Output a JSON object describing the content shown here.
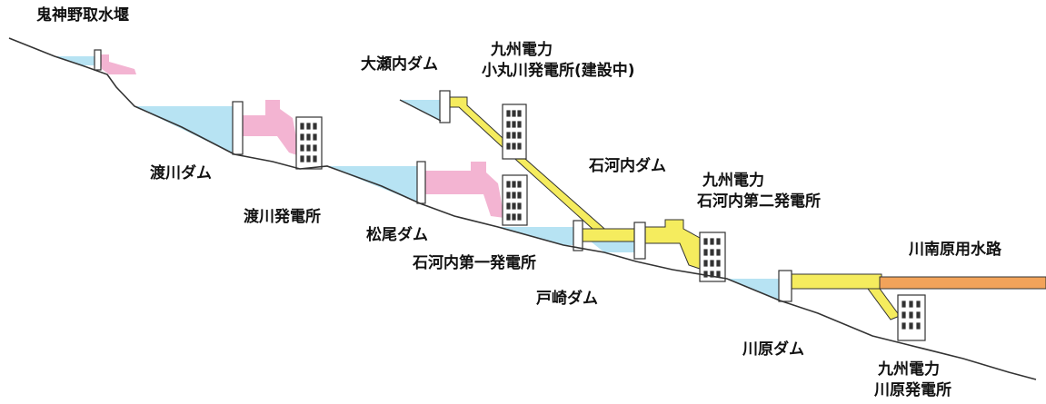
{
  "labels": {
    "onigamino_intake_weir": "鬼神野取水堰",
    "osenai_dam": "大瀬内ダム",
    "kyuden_komarugawa_l1": "九州電力",
    "kyuden_komarugawa_l2": "小丸川発電所(建設中)",
    "watarigawa_dam": "渡川ダム",
    "watarigawa_ps": "渡川発電所",
    "matsuo_dam": "松尾ダム",
    "ishikawauchi_dam": "石河内ダム",
    "kyuden_ishikawauchi2_l1": "九州電力",
    "kyuden_ishikawauchi2_l2": "石河内第二発電所",
    "ishikawauchi1_ps": "石河内第一発電所",
    "tosaki_dam": "戸崎ダム",
    "kawaminamihara_canal": "川南原用水路",
    "kawabaru_dam": "川原ダム",
    "kyuden_kawabaru_l1": "九州電力",
    "kyuden_kawabaru_l2": "川原発電所"
  },
  "colors": {
    "water": "#b7e3f3",
    "pink_conduit": "#f3b4d2",
    "yellow_conduit": "#f5ec5e",
    "orange_canal": "#f2a35a",
    "ground_line": "#333333",
    "structure": "#ffffff"
  }
}
